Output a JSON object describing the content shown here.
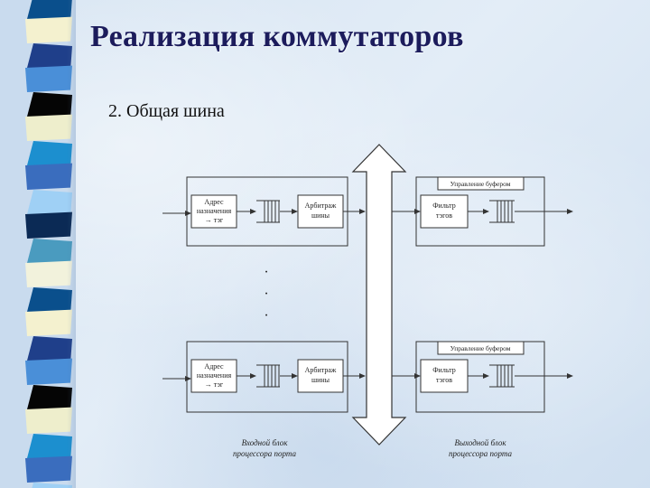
{
  "slide": {
    "title": "Реализация коммутаторов",
    "subtitle": "2. Общая шина"
  },
  "diagram": {
    "input_block": {
      "addr_lines": [
        "Адрес",
        "назначения",
        "→ тэг"
      ],
      "arbiter_lines": [
        "Арбитраж",
        "шины"
      ],
      "caption_lines": [
        "Входной блок",
        "процессора порта"
      ]
    },
    "output_block": {
      "buffer_control": "Управление буфером",
      "filter_lines": [
        "Фильтр",
        "тэгов"
      ],
      "caption_lines": [
        "Выходной блок",
        "процессора порта"
      ]
    },
    "ellipsis": "·"
  },
  "colors": {
    "title": "#1c1c5c",
    "line": "#333333",
    "strip_tiles": [
      "#0a4f8c",
      "#f4f1cf",
      "#1f3f8a",
      "#4a8fd8",
      "#050505",
      "#eeeecc",
      "#1c8fcf",
      "#3a6dbe",
      "#9fd0f5",
      "#0b2a55",
      "#4a9bbf",
      "#f2f2dc"
    ]
  }
}
